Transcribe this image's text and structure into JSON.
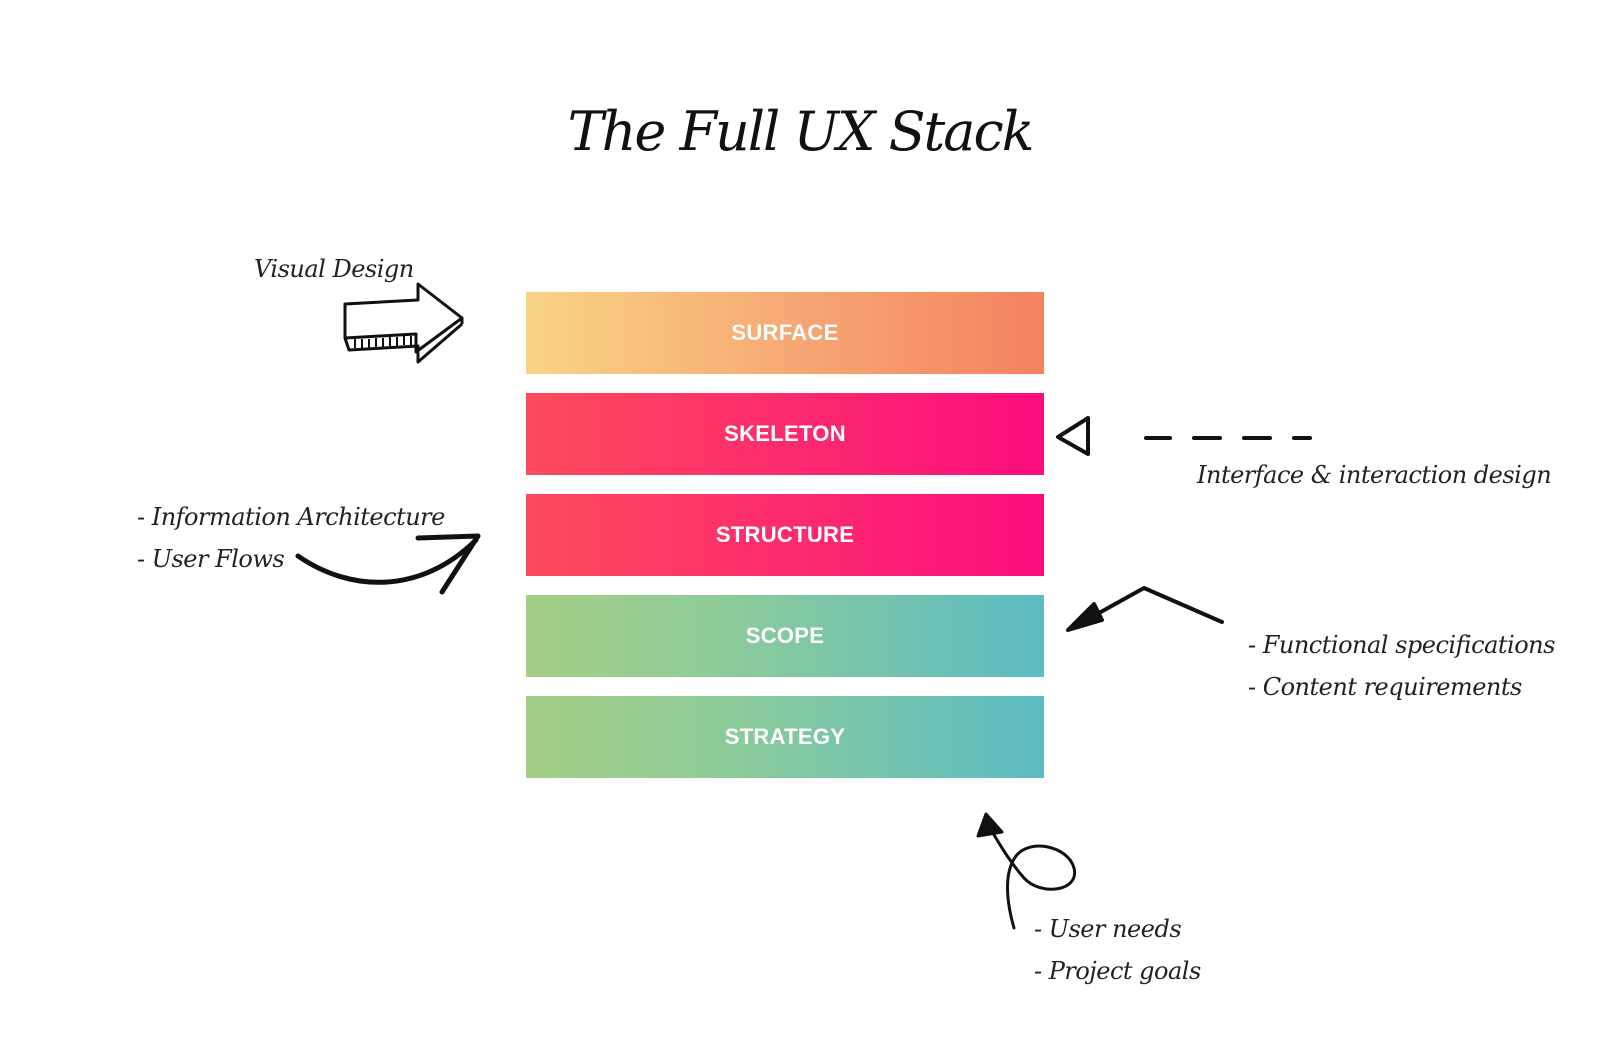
{
  "title": "The Full UX Stack",
  "layers": [
    {
      "label": "SURFACE"
    },
    {
      "label": "SKELETON"
    },
    {
      "label": "STRUCTURE"
    },
    {
      "label": "SCOPE"
    },
    {
      "label": "STRATEGY"
    }
  ],
  "annotations": {
    "surface": [
      "Visual Design"
    ],
    "skeleton": [
      "Interface & interaction design"
    ],
    "structure": [
      "- Information Architecture",
      "- User Flows"
    ],
    "scope": [
      "- Functional specifications",
      "- Content requirements"
    ],
    "strategy": [
      "- User needs",
      "- Project goals"
    ]
  },
  "colors": {
    "surface": [
      "#f9d485",
      "#f4825f"
    ],
    "skeleton": [
      "#fd4a5c",
      "#fc0d7d"
    ],
    "structure": [
      "#fd4a5c",
      "#fc0d7d"
    ],
    "scope": [
      "#a5cf86",
      "#5bbcc3"
    ],
    "strategy": [
      "#a5cf86",
      "#5bbcc3"
    ]
  },
  "icons": [
    "block-arrow-icon",
    "triangle-arrow-icon",
    "curved-arrow-icon",
    "angled-arrow-icon",
    "loop-arrow-icon"
  ]
}
